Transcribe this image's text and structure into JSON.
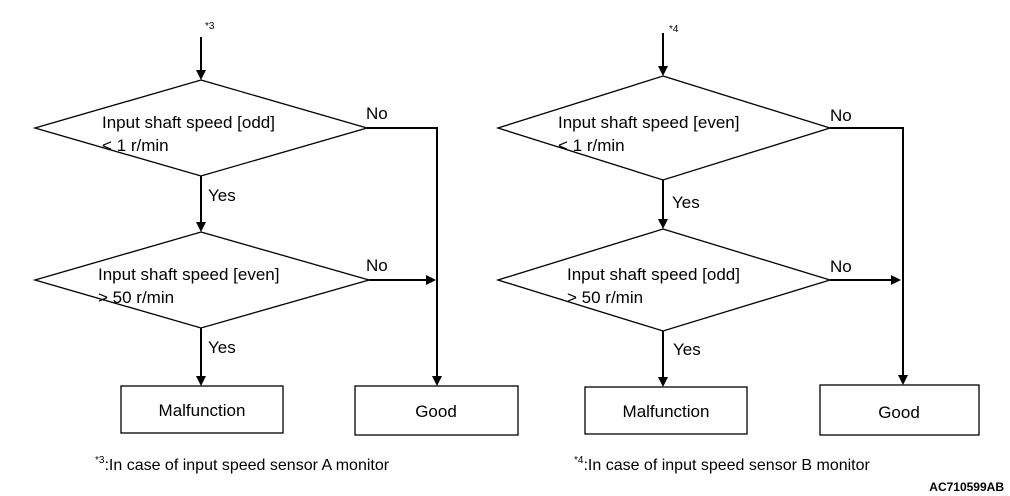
{
  "left_flow": {
    "marker": "*3",
    "decision1": {
      "line1": "Input shaft speed [odd]",
      "line2": "< 1 r/min",
      "yes": "Yes",
      "no": "No"
    },
    "decision2": {
      "line1": "Input shaft speed [even]",
      "line2": "> 50 r/min",
      "yes": "Yes",
      "no": "No"
    },
    "result_bad": "Malfunction",
    "result_good": "Good",
    "footnote_mark": "*3",
    "footnote_text": ":In case of input speed sensor A monitor"
  },
  "right_flow": {
    "marker": "*4",
    "decision1": {
      "line1": "Input shaft speed [even]",
      "line2": "< 1 r/min",
      "yes": "Yes",
      "no": "No"
    },
    "decision2": {
      "line1": "Input shaft speed [odd]",
      "line2": "> 50 r/min",
      "yes": "Yes",
      "no": "No"
    },
    "result_bad": "Malfunction",
    "result_good": "Good",
    "footnote_mark": "*4",
    "footnote_text": ":In case of input speed sensor B monitor"
  },
  "figure_code": "AC710599AB"
}
